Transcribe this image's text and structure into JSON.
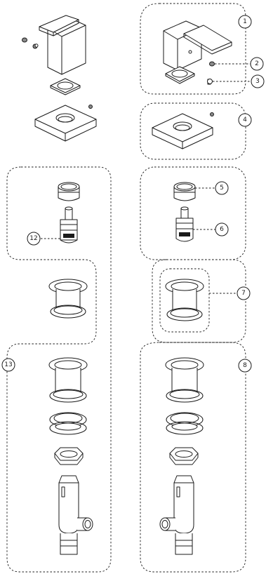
{
  "callouts": {
    "c1": "1",
    "c2": "2",
    "c3": "3",
    "c4": "4",
    "c5": "5",
    "c6": "6",
    "c7": "7",
    "c8": "8",
    "c12": "12",
    "c13": "13"
  }
}
